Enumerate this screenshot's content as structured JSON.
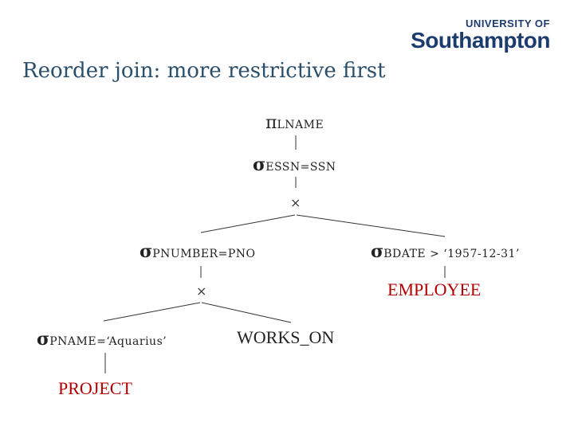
{
  "slide": {
    "title": "Reorder join: more restrictive first"
  },
  "logo": {
    "top": "UNIVERSITY OF",
    "main": "Southampton"
  },
  "tree": {
    "root_symbol": "π",
    "root_sub": "LNAME",
    "select1_symbol": "σ",
    "select1_sub": "ESSN=SSN",
    "join_symbol": "×",
    "left_select_symbol": "σ",
    "left_select_sub": "PNUMBER=PNO",
    "right_select_symbol": "σ",
    "right_select_sub": "BDATE > ‘1957-12-31’",
    "employee": "EMPLOYEE",
    "inner_join_symbol": "×",
    "project_select_symbol": "σ",
    "project_select_sub": "PNAME=‘Aquarius’",
    "works_on": "WORKS_ON",
    "project": "PROJECT"
  },
  "colors": {
    "title": "#2a4f6c",
    "highlight": "#b00000",
    "logo": "#1d3c6e"
  }
}
